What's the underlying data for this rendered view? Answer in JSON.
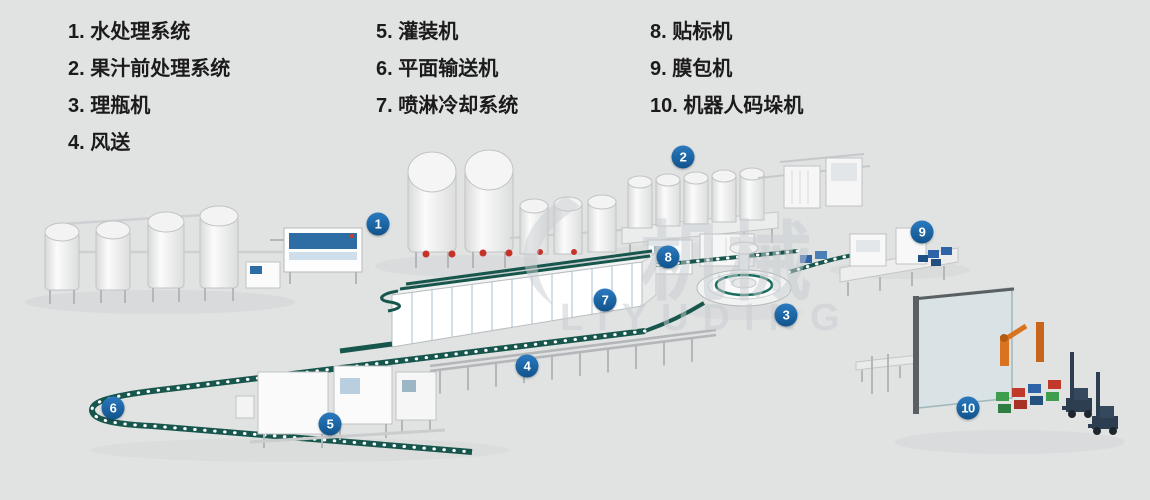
{
  "page": {
    "background": "#e1e2e2"
  },
  "legend": {
    "columns": [
      [
        "1. 水处理系统",
        "2. 果汁前处理系统",
        "3. 理瓶机",
        "4. 风送"
      ],
      [
        "5. 灌装机",
        "6. 平面输送机",
        "7. 喷淋冷却系统"
      ],
      [
        "8. 贴标机",
        "9. 膜包机",
        "10. 机器人码垛机"
      ]
    ]
  },
  "badges": [
    {
      "number": "1"
    },
    {
      "number": "2"
    },
    {
      "number": "3"
    },
    {
      "number": "4"
    },
    {
      "number": "5"
    },
    {
      "number": "6"
    },
    {
      "number": "7"
    },
    {
      "number": "8"
    },
    {
      "number": "9"
    },
    {
      "number": "10"
    }
  ],
  "watermark": {
    "cn": "机械",
    "en": "LIYUDING"
  },
  "colors": {
    "background": "#e1e2e2",
    "badge_blue": "#1566a7",
    "conveyor_green": "#17564c",
    "machine_white": "#f7f7f7",
    "accent_blue": "#2e6da4",
    "valve_red": "#c63228",
    "watermark_gray": "#c9ced2"
  }
}
